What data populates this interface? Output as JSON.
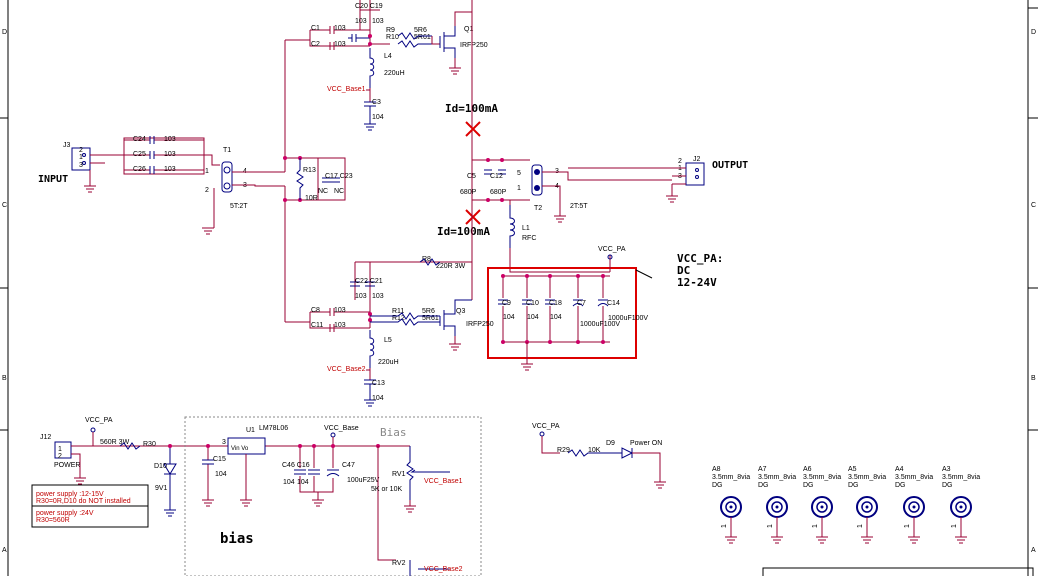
{
  "labels": {
    "input": "INPUT",
    "output": "OUTPUT",
    "id_top": "Id=100mA",
    "id_mid": "Id=100mA",
    "vcc_pa_title": "VCC_PA:",
    "vcc_pa_dc": "DC",
    "vcc_pa_range": "12-24V",
    "bias_block": "Bias",
    "bias_big": "bias",
    "vcc_pa": "VCC_PA",
    "vcc_base": "VCC_Base",
    "vcc_base1": "VCC_Base1",
    "vcc_base2": "VCC_Base2",
    "power": "POWER",
    "power_on": "Power ON"
  },
  "notes": {
    "n1a": "power supply :12-15V",
    "n1b": "R30=0R,D10 do NOT installed",
    "n2a": "power supply :24V",
    "n2b": "R30=560R"
  },
  "refs": {
    "J3": "J3",
    "J2": "J2",
    "J12": "J12",
    "T1": "T1",
    "T2": "T2",
    "Q1": "Q1",
    "Q3": "Q3",
    "U1": "U1",
    "L4": "L4",
    "L5": "L5",
    "L1": "L1",
    "R9": "R9",
    "R10": "R10",
    "R11": "R11",
    "R12": "R12",
    "R13": "R13",
    "R8": "R8",
    "R30": "R30",
    "R29": "R29",
    "RV1": "RV1",
    "RV2": "RV2",
    "D10": "D10",
    "D9": "D9",
    "C20C19": "C20 C19",
    "C1": "C1",
    "C2": "C2",
    "C3": "C3",
    "C24": "C24",
    "C25": "C25",
    "C26": "C26",
    "C17C23": "C17 C23",
    "C5": "C5",
    "C12": "C12",
    "C22C21": "C22 C21",
    "C8": "C8",
    "C11": "C11",
    "C13": "C13",
    "C9": "C9",
    "C10": "C10",
    "C18": "C18",
    "C7": "C7",
    "C14": "C14",
    "C15": "C15",
    "C46C16": "C46 C16",
    "C47": "C47"
  },
  "values": {
    "v103": "103",
    "v104": "104",
    "v5R6": "5R6",
    "v5R61": "5R61",
    "irfp250": "IRFP250",
    "u220": "220uH",
    "t1": "5T:2T",
    "t2": "2T:5T",
    "r13": "10R",
    "nc": "NC",
    "c5": "680P",
    "c12": "680P",
    "rfc": "RFC",
    "r8": "220R 3W",
    "c7": "1000uF100V",
    "c14": "1000uF100V",
    "r30": "560R 3W",
    "d10": "9V1",
    "u1": "LM78L06",
    "u1pins": "Vin  Vo",
    "c47": "100uF25V",
    "rv": "5K or 10K",
    "r29": "10K",
    "mh": "3.5mm_8via",
    "dg": "DG",
    "ldo_out": "3"
  },
  "holes": [
    {
      "ref": "A8"
    },
    {
      "ref": "A7"
    },
    {
      "ref": "A6"
    },
    {
      "ref": "A5"
    },
    {
      "ref": "A4"
    },
    {
      "ref": "A3"
    }
  ],
  "border": {
    "left": [
      "D",
      "C",
      "B",
      "A"
    ],
    "right": [
      "D",
      "C",
      "B",
      "A"
    ]
  }
}
